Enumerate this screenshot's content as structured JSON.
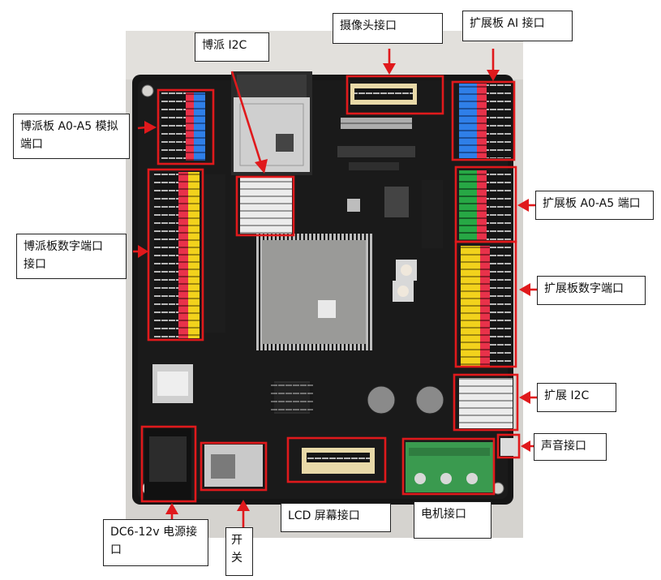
{
  "labels": {
    "camera": "摄像头接口",
    "expansion_ai": "扩展板 AI 接口",
    "bopai_i2c": "博派 I2C",
    "bopai_analog_line1": "博派板 A0-A5 模拟",
    "bopai_analog_line2": "端口",
    "expansion_analog": "扩展板 A0-A5 端口",
    "bopai_digital_line1": "博派板数字端口",
    "bopai_digital_line2": "接口",
    "expansion_digital": "扩展板数字端口",
    "expansion_i2c": "扩展 I2C",
    "audio": "声音接口",
    "lcd": "LCD 屏幕接口",
    "motor": "电机接口",
    "power_line1": "DC6-12v 电源接",
    "power_line2": "口",
    "switch_line1": "开",
    "switch_line2": "关"
  },
  "colors": {
    "highlight": "#e0191c",
    "board": "#151515",
    "pin_blue": "#2f7fe8",
    "pin_red": "#e8324a",
    "pin_yellow": "#f2d21c",
    "pin_green": "#27a845",
    "pin_white": "#ececec",
    "terminal_green": "#3a9a4f"
  }
}
